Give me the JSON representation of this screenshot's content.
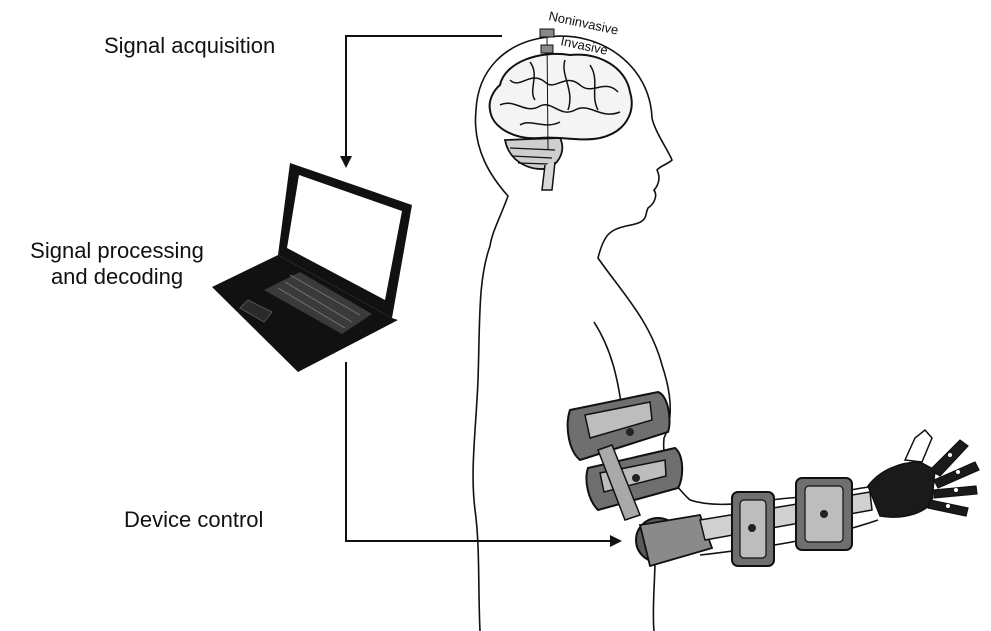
{
  "labels": {
    "signal_acquisition": "Signal acquisition",
    "signal_processing_line1": "Signal processing",
    "signal_processing_line2": "and decoding",
    "device_control": "Device control",
    "noninvasive": "Noninvasive",
    "invasive": "Invasive"
  },
  "icons": [
    "brain-icon",
    "laptop-icon",
    "robotic-arm-exoskeleton-icon",
    "human-head-silhouette"
  ],
  "colors": {
    "line": "#111111",
    "device_fill": "#6f6f6f",
    "device_light": "#bdbdbd",
    "hand_fill": "#1a1a1a"
  }
}
